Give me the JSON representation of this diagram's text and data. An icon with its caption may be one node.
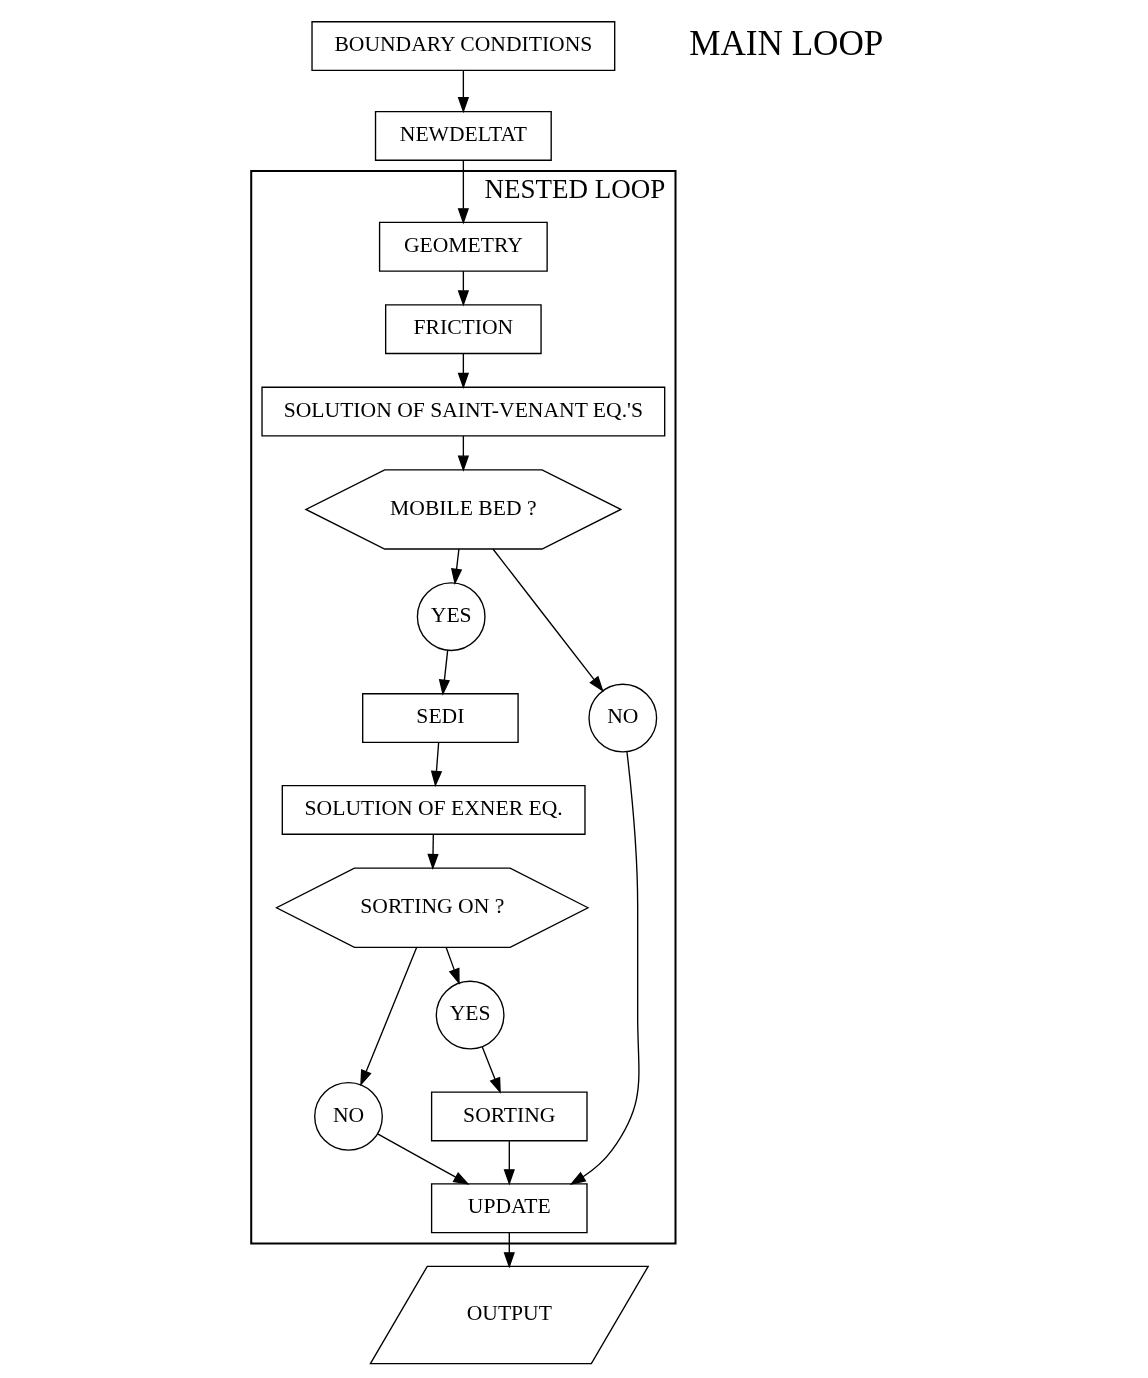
{
  "diagram": {
    "nodes": [
      {
        "text": [
          "BOUNDARY CONDITIONS"
        ]
      },
      {
        "text": [
          "NEWDELTAT"
        ]
      },
      {
        "text": [
          "NESTED LOOP"
        ]
      },
      {
        "text": [
          "GEOMETRY"
        ],
        "in": 2
      },
      {
        "text": [
          "FRICTION"
        ],
        "in": 2
      },
      {
        "text": [
          "SOLUTION OF SAINT-VENANT EQ.'S"
        ],
        "in": 2
      },
      {
        "text": [
          "MOBILE BED ?"
        ],
        "in": 2
      },
      {
        "text": [
          "YES"
        ],
        "in": 2
      },
      {
        "text": [
          "SEDI"
        ],
        "in": 2
      },
      {
        "text": [
          "NO"
        ],
        "in": 2
      },
      {
        "text": [
          "SOLUTION OF EXNER EQ."
        ],
        "in": 2
      },
      {
        "text": [
          "NO"
        ],
        "in": 2
      },
      {
        "text": [
          "SORTING ON ?"
        ],
        "in": 2
      },
      {
        "text": [
          "YES"
        ],
        "in": 2
      },
      {
        "text": [
          "SORTING"
        ],
        "in": 2
      },
      {
        "text": [
          "UPDATE"
        ],
        "in": 2
      },
      {
        "text": [
          "OUTPUT"
        ]
      }
    ],
    "edges": [
      {
        "from": 0,
        "to": 1,
        "arrow": "to"
      },
      {
        "from": 1,
        "to": 3,
        "arrow": "to"
      },
      {
        "from": 3,
        "to": 4,
        "arrow": "to"
      },
      {
        "from": 4,
        "to": 5,
        "arrow": "to"
      },
      {
        "from": 5,
        "to": 6,
        "arrow": "to"
      },
      {
        "from": 6,
        "to": 7,
        "arrow": "to"
      },
      {
        "from": 7,
        "to": 8,
        "arrow": "to"
      },
      {
        "from": 8,
        "to": 10,
        "arrow": "to"
      },
      {
        "from": 10,
        "to": 12,
        "arrow": "to"
      },
      {
        "from": 12,
        "to": 11,
        "arrow": "to"
      },
      {
        "from": 12,
        "to": 13,
        "arrow": "to"
      },
      {
        "from": 13,
        "to": 14,
        "arrow": "to"
      },
      {
        "from": 6,
        "to": 9,
        "arrow": "to"
      },
      {
        "from": 9,
        "to": 15,
        "arrow": "to"
      },
      {
        "from": 11,
        "to": 15,
        "arrow": "to"
      },
      {
        "from": 14,
        "to": 15,
        "arrow": "to"
      },
      {
        "from": 15,
        "to": 16,
        "arrow": "to"
      }
    ],
    "labels": [
      "MAIN LOOP"
    ]
  }
}
